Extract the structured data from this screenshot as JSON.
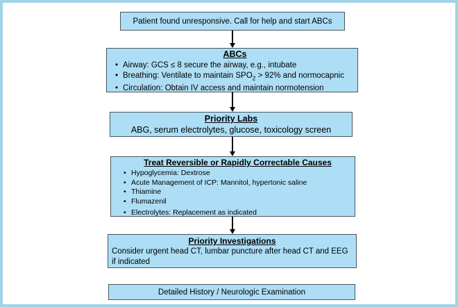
{
  "colors": {
    "frame": "#a2d3e8",
    "box_fill": "#addef5",
    "box_border": "#47565f",
    "arrow": "#000000",
    "text": "#000000"
  },
  "flowchart": {
    "step_start": "Patient found unresponsive. Call for help and start ABCs",
    "abcs": {
      "title": "ABCs",
      "airway": "Airway: GCS ≤ 8 secure the airway, e.g., intubate",
      "breathing_pre": "Breathing: Ventilate to maintain SPO",
      "breathing_sub": "2",
      "breathing_post": " > 92% and normocapnic",
      "circulation": "Circulation: Obtain IV access and maintain normotension"
    },
    "priority_labs": {
      "title": "Priority Labs",
      "body": "ABG, serum electrolytes, glucose, toxicology screen"
    },
    "treat_causes": {
      "title": "Treat Reversible or Rapidly Correctable Causes",
      "bullets": [
        "Hypoglycemia: Dextrose",
        "Acute Management of ICP: Mannitol, hypertonic saline",
        "Thiamine",
        "Flumazenil",
        "Electrolytes: Replacement as indicated"
      ]
    },
    "priority_investigations": {
      "title": "Priority Investigations",
      "body": "Consider urgent head CT, lumbar puncture after head CT and EEG if indicated"
    },
    "step_final": "Detailed History / Neurologic Examination"
  }
}
